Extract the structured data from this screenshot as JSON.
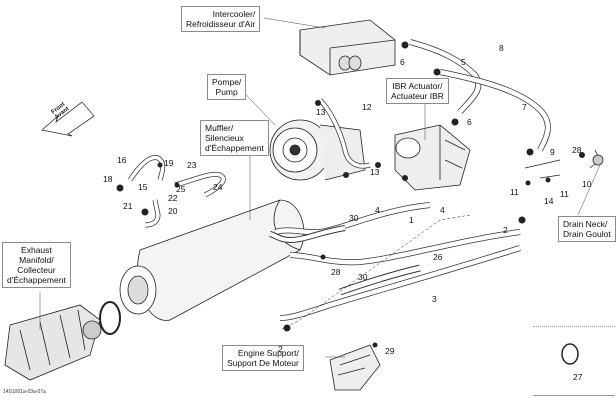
{
  "diagram": {
    "type": "exploded-parts-diagram",
    "document_id": "14S1001a-03a-07a",
    "orientation_arrow": {
      "line1": "Front",
      "line2": "Avant"
    },
    "labels": {
      "intercooler": "Intercooler/\nRefroidisseur d'Air",
      "pump": "Pompe/\nPump",
      "ibr_actuator": "IBR Actuator/\nActuateur IBR",
      "muffler": "Muffler/\nSilencieux\nd'Échappement",
      "exhaust_manifold": "Exhaust\nManifold/\nCollecteur\nd'Échappement",
      "drain_neck": "Drain Neck/\nDrain Goulot",
      "engine_support": "Engine Support/\nSupport De Moteur"
    },
    "callouts": [
      {
        "id": "c1",
        "text": "1"
      },
      {
        "id": "c2a",
        "text": "2"
      },
      {
        "id": "c2b",
        "text": "2"
      },
      {
        "id": "c2c",
        "text": "2"
      },
      {
        "id": "c3",
        "text": "3"
      },
      {
        "id": "c4a",
        "text": "4"
      },
      {
        "id": "c4b",
        "text": "4"
      },
      {
        "id": "c5",
        "text": "5"
      },
      {
        "id": "c6a",
        "text": "6"
      },
      {
        "id": "c6b",
        "text": "6"
      },
      {
        "id": "c7",
        "text": "7"
      },
      {
        "id": "c8",
        "text": "8"
      },
      {
        "id": "c9",
        "text": "9"
      },
      {
        "id": "c10",
        "text": "10"
      },
      {
        "id": "c11a",
        "text": "11"
      },
      {
        "id": "c11b",
        "text": "11"
      },
      {
        "id": "c12",
        "text": "12"
      },
      {
        "id": "c13a",
        "text": "13"
      },
      {
        "id": "c13b",
        "text": "13"
      },
      {
        "id": "c14",
        "text": "14"
      },
      {
        "id": "c15",
        "text": "15"
      },
      {
        "id": "c16",
        "text": "16"
      },
      {
        "id": "c18",
        "text": "18"
      },
      {
        "id": "c19",
        "text": "19"
      },
      {
        "id": "c20",
        "text": "20"
      },
      {
        "id": "c21",
        "text": "21"
      },
      {
        "id": "c22",
        "text": "22"
      },
      {
        "id": "c23",
        "text": "23"
      },
      {
        "id": "c24",
        "text": "24"
      },
      {
        "id": "c25",
        "text": "25"
      },
      {
        "id": "c26",
        "text": "26"
      },
      {
        "id": "c27",
        "text": "27"
      },
      {
        "id": "c28a",
        "text": "28"
      },
      {
        "id": "c28b",
        "text": "28"
      },
      {
        "id": "c29",
        "text": "29"
      },
      {
        "id": "c30a",
        "text": "30"
      },
      {
        "id": "c30b",
        "text": "30"
      }
    ]
  }
}
